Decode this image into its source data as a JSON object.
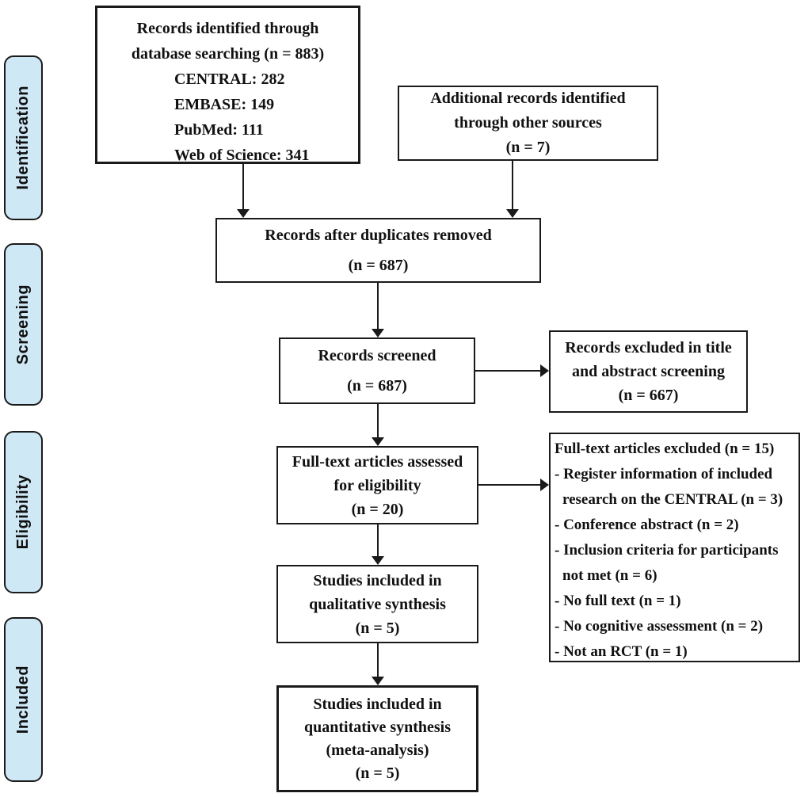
{
  "colors": {
    "rail_fill": "#cfe8f6",
    "line_color": "#1a1a1a",
    "box_bg": "#ffffff"
  },
  "rail": {
    "labels": [
      "Identification",
      "Screening",
      "Eligibility",
      "Included"
    ]
  },
  "flow": {
    "identified": {
      "lines": [
        "Records identified through",
        "database searching (n = 883)"
      ],
      "sources": [
        "CENTRAL: 282",
        "EMBASE: 149",
        "PubMed: 111",
        "Web of Science: 341"
      ]
    },
    "additional": {
      "lines": [
        "Additional records identified",
        "through other sources",
        "(n = 7)"
      ]
    },
    "duplicates_removed": {
      "lines": [
        "Records after duplicates removed",
        "(n = 687)"
      ]
    },
    "screened": {
      "lines": [
        "Records screened",
        "(n = 687)"
      ]
    },
    "excluded_title_abstract": {
      "lines": [
        "Records excluded in title",
        "and abstract screening",
        "(n = 667)"
      ]
    },
    "fulltext_assessed": {
      "lines": [
        "Full-text articles assessed",
        "for eligibility",
        "(n = 20)"
      ]
    },
    "fulltext_excluded": {
      "header": "Full-text articles excluded (n = 15)",
      "items": [
        "- Register information of included research on the CENTRAL (n = 3)",
        "- Conference abstract (n = 2)",
        "- Inclusion criteria for participants not met (n = 6)",
        "- No full text (n = 1)",
        "- No cognitive assessment (n = 2)",
        "- Not an RCT (n = 1)"
      ]
    },
    "qualitative": {
      "lines": [
        "Studies included in",
        "qualitative synthesis",
        "(n = 5)"
      ]
    },
    "quantitative": {
      "lines": [
        "Studies included in",
        "quantitative synthesis",
        "(meta-analysis)",
        "(n = 5)"
      ]
    }
  }
}
